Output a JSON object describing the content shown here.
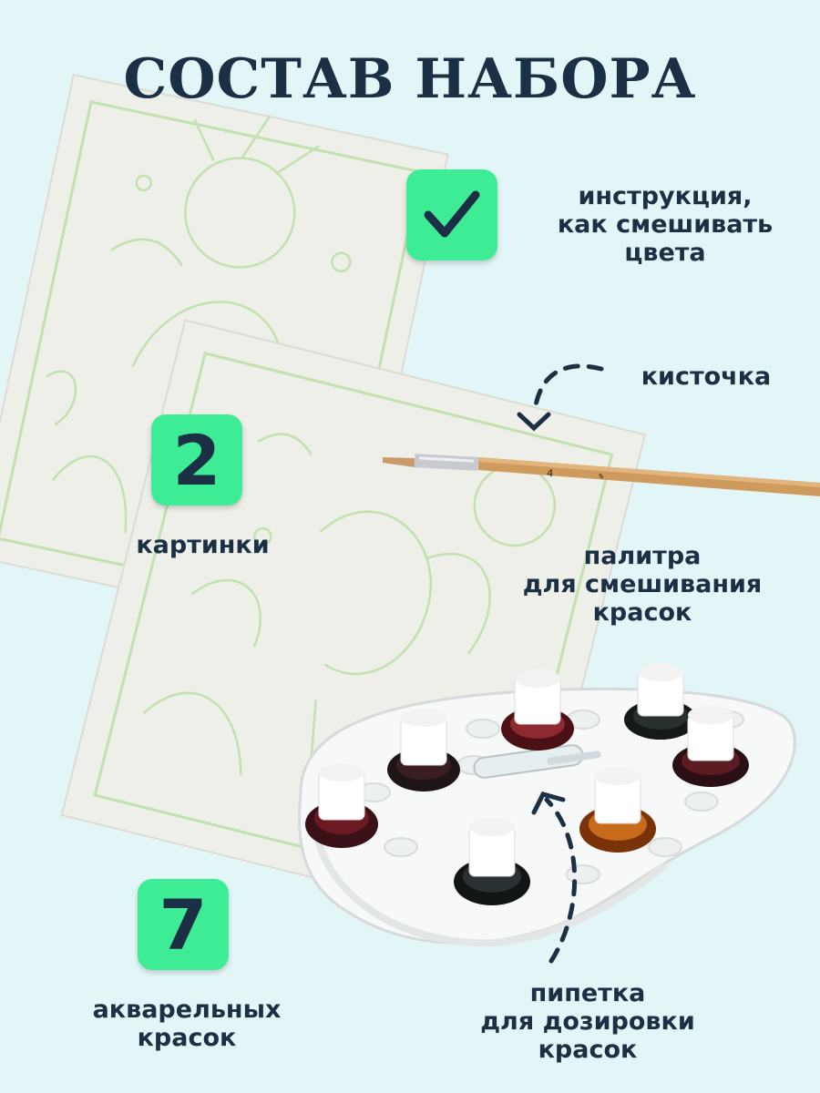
{
  "title": "СОСТАВ НАБОРА",
  "badges": {
    "instruction_icon": "checkmark-icon",
    "pictures_count": "2",
    "paints_count": "7"
  },
  "labels": {
    "instruction": [
      "инструкция,",
      "как смешивать",
      "цвета"
    ],
    "brush": "кисточка",
    "pictures": "картинки",
    "palette": [
      "палитра",
      "для смешивания",
      "красок"
    ],
    "paints": [
      "акварельных",
      "красок"
    ],
    "pipette": [
      "пипетка",
      "для дозировки",
      "красок"
    ]
  },
  "brush_text": "4",
  "colors": {
    "accent": "#3dec94",
    "text": "#1b2f45",
    "background": "#e3f6f7",
    "outline": "#b9d9a8"
  }
}
